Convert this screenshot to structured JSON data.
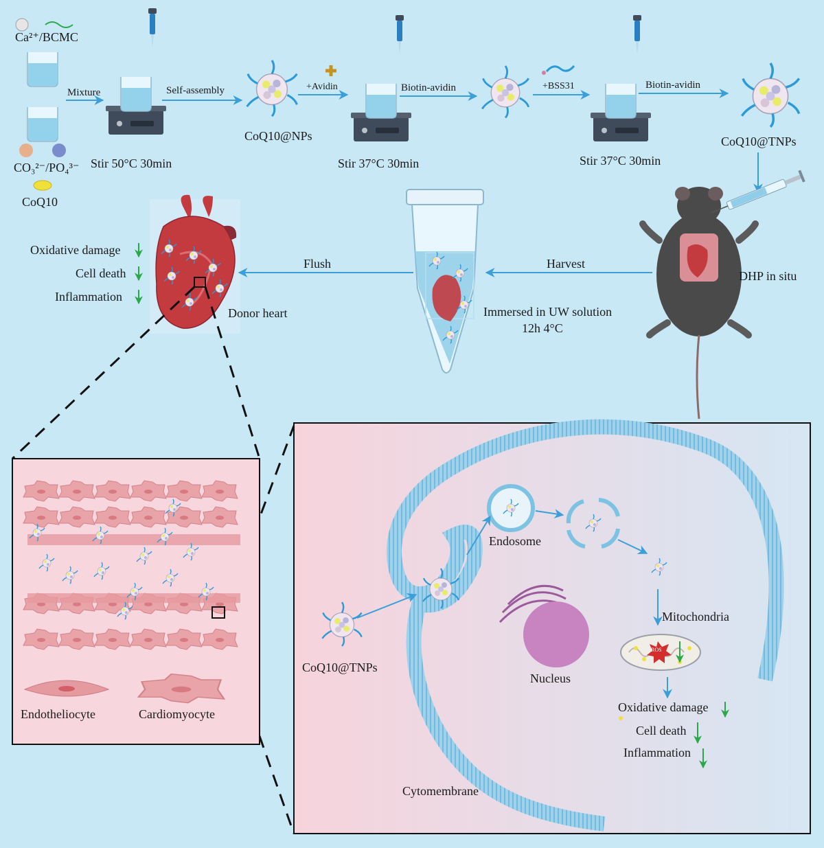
{
  "top": {
    "ca_bcmc": "Ca²⁺/BCMC",
    "co3": "CO₃²⁻/PO₄³⁻",
    "coq10": "CoQ10",
    "mixture": "Mixture",
    "stir1": "Stir 50°C 30min",
    "self_assembly": "Self-assembly",
    "nps": "CoQ10@NPs",
    "avidin": "+Avidin",
    "stir2": "Stir 37°C 30min",
    "biotin1": "Biotin-avidin",
    "bss31": "+BSS31",
    "stir3": "Stir 37°C 30min",
    "biotin2": "Biotin-avidin",
    "tnps": "CoQ10@TNPs"
  },
  "middle": {
    "ox": "Oxidative damage",
    "cd": "Cell death",
    "inf": "Inflammation",
    "donor": "Donor heart",
    "flush": "Flush",
    "harvest": "Harvest",
    "immersed1": "Immersed in UW solution",
    "immersed2": "12h 4°C",
    "dhp": "DHP in situ",
    "ros": "ROS"
  },
  "tissue": {
    "endo": "Endotheliocyte",
    "cardio": "Cardiomyocyte"
  },
  "cell": {
    "tnps": "CoQ10@TNPs",
    "endosome": "Endosome",
    "mito": "Mitochondria",
    "nucleus": "Nucleus",
    "ox": "Oxidative damage",
    "cd": "Cell death",
    "inf": "Inflammation",
    "membrane": "Cytomembrane"
  },
  "colors": {
    "background": "#c9e8f6",
    "arrow": "#3a9fd8",
    "heart": "#c33a3f",
    "green_arrow": "#2aa84a",
    "membrane": "#7cc2e2",
    "nucleus": "#c784c0",
    "tissue_bg": "#f7d6de",
    "cell_pink": "#e59a9f"
  }
}
